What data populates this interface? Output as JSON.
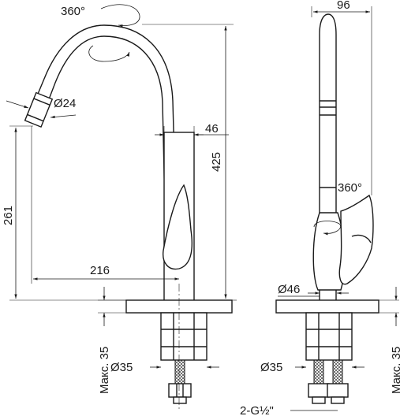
{
  "drawing": {
    "dimensions": {
      "rotation_top": "360°",
      "aerator_diameter": "Ø24",
      "body_width": "46",
      "height": "425",
      "spout_height": "261",
      "spout_reach": "216",
      "body_diameter_front": "Ø35",
      "max_thickness_front": "Макс. 35",
      "side_width": "96",
      "handle_rotation": "360°",
      "base_diameter": "Ø46",
      "body_diameter_side": "Ø35",
      "max_thickness_side": "Макс. 35",
      "hose_thread": "2-G½\""
    }
  }
}
